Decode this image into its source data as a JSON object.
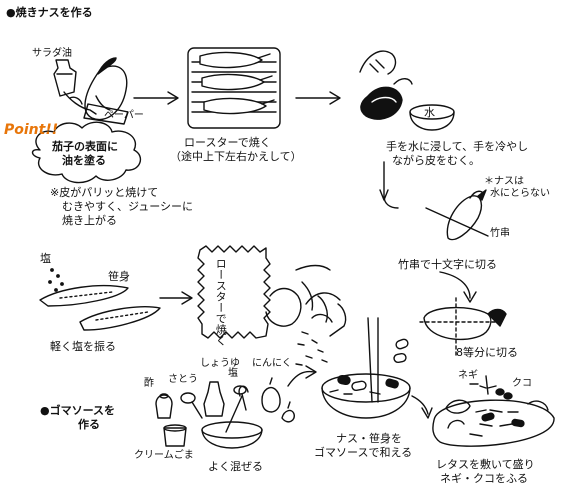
{
  "headings": {
    "grill": "●焼きナスを作る",
    "sauce_line1": "●ゴマソースを",
    "sauce_line2": "作る"
  },
  "labels": {
    "salad_oil": "サラダ油",
    "paper": "ペーパー",
    "point": "Point!!",
    "point_text_1": "茄子の表面に",
    "point_text_2": "油を塗る",
    "note_1": "※皮がパリッと焼けて",
    "note_2": "むきやすく、ジューシーに",
    "note_3": "焼き上がる",
    "roaster_1": "ロースターで焼く",
    "roaster_2": "（途中上下左右かえして）",
    "water": "水",
    "soak_1": "手を水に浸して、手を冷やし",
    "soak_2": "ながら皮をむく。",
    "no_water_1": "＊ナスは",
    "no_water_2": "水にとらない",
    "skewer": "竹串",
    "cross_cut": "竹串で十文字に切る",
    "eight_cut": "8等分に切る",
    "salt": "塩",
    "sasami": "笹身",
    "salt_step": "軽く塩を振る",
    "roaster_vertical": "ロースターで焼く",
    "vinegar": "酢",
    "sugar": "さとう",
    "soy": "しょうゆ",
    "salt2": "塩",
    "garlic": "にんにく",
    "cream_sesame": "クリームごま",
    "mix": "よく混ぜる",
    "dress_1": "ナス・笹身を",
    "dress_2": "ゴマソースで和える",
    "negi": "ネギ",
    "kuko": "クコ",
    "plate_1": "レタスを敷いて盛り",
    "plate_2": "ネギ・クコをふる"
  },
  "colors": {
    "ink": "#111111",
    "accent": "#e8760a",
    "paper": "#ffffff"
  }
}
